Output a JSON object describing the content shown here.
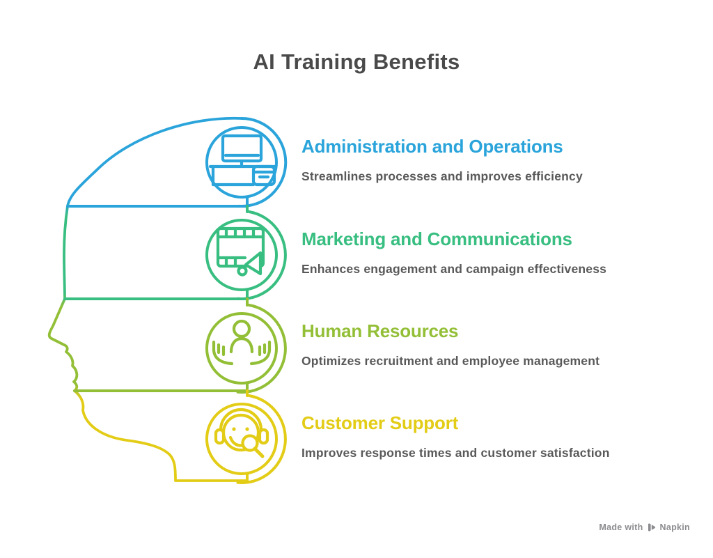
{
  "title": "AI Training Benefits",
  "sections": [
    {
      "heading": "Administration and Operations",
      "description": "Streamlines processes and improves efficiency",
      "color": "#2AA4DA",
      "icon": "desk-computer-icon"
    },
    {
      "heading": "Marketing and Communications",
      "description": "Enhances engagement and campaign effectiveness",
      "color": "#38BE80",
      "icon": "film-megaphone-icon"
    },
    {
      "heading": "Human Resources",
      "description": "Optimizes recruitment and employee management",
      "color": "#93BF37",
      "icon": "person-in-hands-icon"
    },
    {
      "heading": "Customer Support",
      "description": "Improves response times and customer satisfaction",
      "color": "#E3CC16",
      "icon": "support-headset-icon"
    }
  ],
  "watermark": {
    "made_with": "Made with",
    "brand": "Napkin"
  },
  "palette": {
    "title_text": "#4A4A4A",
    "description_text": "#595959",
    "watermark_text": "#8C8C90",
    "background": "#FFFFFF",
    "gradient_top": "#2AA4DA",
    "gradient_bottom": "#E3CC16"
  }
}
